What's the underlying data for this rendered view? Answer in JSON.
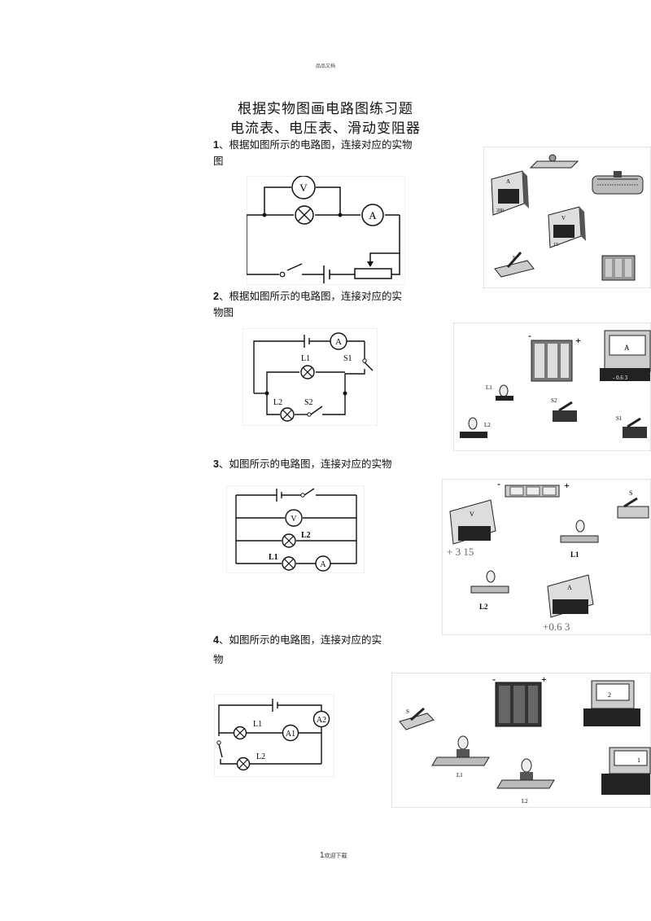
{
  "header_note": "品品文档",
  "title_line1": "根据实物图画电路图练习题",
  "title_line2": "电流表、电压表、滑动变阻器",
  "questions": [
    {
      "num": "1",
      "text_a": "、根据如图所示的电路图，连接对应的实物",
      "text_b": "图"
    },
    {
      "num": "2",
      "text_a": "、根据如图所示的电路图，连接对应的实",
      "text_b": "物图"
    },
    {
      "num": "3",
      "text_a": "、如图所示的电路图，连接对应的实物",
      "text_b": ""
    },
    {
      "num": "4",
      "text_a": "、如图所示的电路图，连接对应的实",
      "text_b": "物"
    }
  ],
  "symbols": {
    "voltmeter": "V",
    "ammeter": "A",
    "ammeter1": "A1",
    "ammeter2": "A2",
    "lamp1": "L1",
    "lamp2": "L2",
    "switch": "S",
    "switch1": "S1",
    "switch2": "S2",
    "minus": "-",
    "plus": "+",
    "scale_voltmeter": "+ 3 15",
    "scale_ammeter": "+0.6 3",
    "scale_ammeter_small": "- 0.6 3",
    "meter_label_1": "200",
    "meter_label_2": "15",
    "ammeter_q4_small": "2"
  },
  "footer": {
    "page_number": "1",
    "text": "欢迎下载"
  }
}
